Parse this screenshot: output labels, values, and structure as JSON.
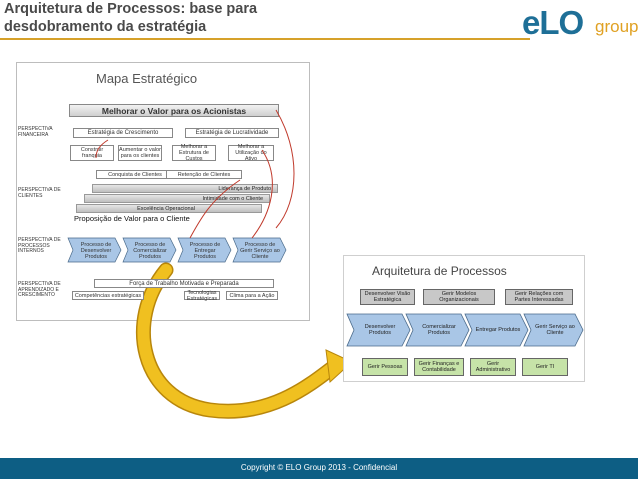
{
  "slide": {
    "title_line1": "Arquitetura de Processos: base para",
    "title_line2": "desdobramento da estratégia",
    "logo_main": "eLO",
    "logo_sub": "group",
    "footer": "Copyright © ELO Group 2013 - Confidencial"
  },
  "strategy_map": {
    "title": "Mapa Estratégico",
    "top_goal": "Melhorar o Valor para os Acionistas",
    "growth": "Estratégia de Crescimento",
    "productivity": "Estratégia de Lucratividade",
    "perspectives": [
      "PERSPECTIVA FINANCEIRA",
      "PERSPECTIVA DE CLIENTES",
      "PERSPECTIVA DE PROCESSOS INTERNOS",
      "PERSPECTIVA DE APRENDIZADO E CRESCIMENTO"
    ],
    "financial_items": [
      "Construir franquia",
      "Aumentar o valor para os clientes",
      "Melhorar a Estrutura de Custos",
      "Melhorar a Utilização do Ativo"
    ],
    "client_bands": [
      "Conquista de Clientes",
      "Retenção de Clientes",
      "Liderança de Produto",
      "Intimidade com o Cliente",
      "Excelência Operacional"
    ],
    "value_prop": "Proposição de Valor para o Cliente",
    "process_items": [
      "Processo de Desenvolver Produtos",
      "Processo de Comercializar Produtos",
      "Processo de Entregar Produtos",
      "Processo de Gerir Serviço ao Cliente"
    ],
    "learning_band": "Força de Trabalho Motivada e Preparada",
    "learning_items": [
      "Competências estratégicas",
      "Tecnologias Estratégicas",
      "Clima para a Ação"
    ]
  },
  "process_arch": {
    "title": "Arquitetura de Processos",
    "management": [
      "Desenvolver Visão Estratégica",
      "Gerir Modelos Organizacionais",
      "Gerir Relações com Partes Interessadas"
    ],
    "core": [
      "Desenvolver Produtos",
      "Comercializar Produtos",
      "Entregar Produtos",
      "Gerir Serviço ao Cliente"
    ],
    "support": [
      "Gerir Pessoas",
      "Gerir Finanças e Contabilidade",
      "Gerir Administrativo",
      "Gerir TI"
    ]
  },
  "colors": {
    "footer": "#0d5e84",
    "accent": "#d6a12a",
    "arrow": "#f0c020",
    "chevron": "#a9c6e6",
    "support": "#c6e3a8",
    "mgmt": "#c8c8c8"
  }
}
